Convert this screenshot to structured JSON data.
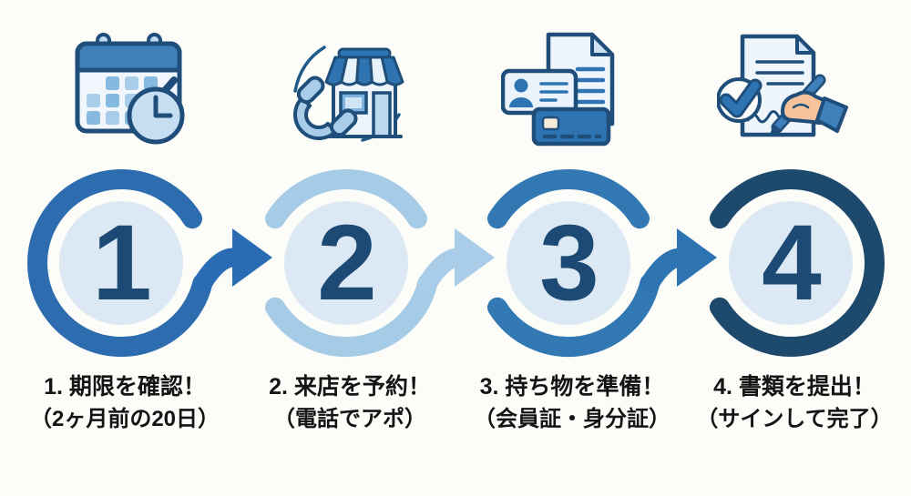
{
  "background": "#fcfcf9",
  "palette": {
    "outline_navy": "#1e4e79",
    "inner_circle": "#dce9f4",
    "number_color": "#1c4a74",
    "text_color": "#141414"
  },
  "steps": [
    {
      "number": "1",
      "icon": "calendar-clock-icon",
      "title": "1. 期限を確認！",
      "subtitle": "（2ヶ月前の20日）",
      "ring_color": "#2d6cae",
      "arrow_color": "#2a6cb3"
    },
    {
      "number": "2",
      "icon": "phone-store-icon",
      "title": "2. 来店を予約！",
      "subtitle": "（電話でアポ）",
      "ring_color": "#a6cbe7",
      "arrow_color": "#a9cde8"
    },
    {
      "number": "3",
      "icon": "documents-cards-icon",
      "title": "3. 持ち物を準備！",
      "subtitle": "（会員証・身分証）",
      "ring_color": "#3279b4",
      "arrow_color": "#2f74b2"
    },
    {
      "number": "4",
      "icon": "sign-document-icon",
      "title": "4. 書類を提出！",
      "subtitle": "（サインして完了）",
      "ring_color": "#1d4a6c",
      "arrow_color": null
    }
  ]
}
